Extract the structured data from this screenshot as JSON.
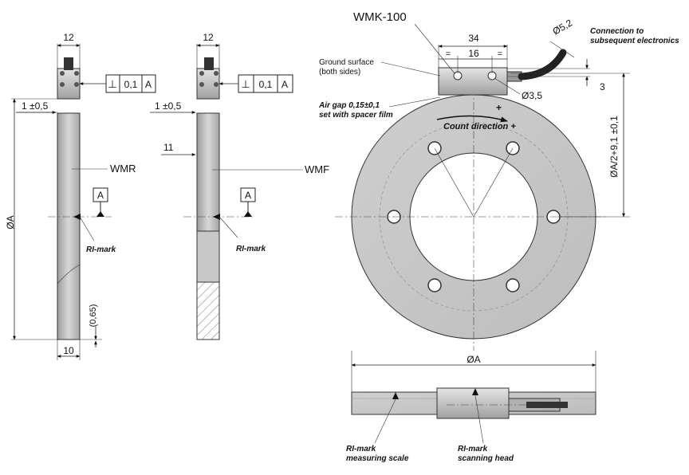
{
  "labels": {
    "wmk": "WMK-100",
    "wmr": "WMR",
    "wmf": "WMF",
    "ground_surface_1": "Ground surface",
    "ground_surface_2": "(both sides)",
    "air_gap_1": "Air gap 0,15±0,1",
    "air_gap_2": "set with spacer film",
    "count_direction": "Count direction +",
    "plus_sign": "+",
    "connection_1": "Connection to",
    "connection_2": "subsequent electronics",
    "ri_mark": "RI-mark",
    "ri_mark_scale_1": "RI-mark",
    "ri_mark_scale_2": "measuring scale",
    "ri_mark_head_1": "RI-mark",
    "ri_mark_head_2": "scanning head"
  },
  "dimensions": {
    "width_12": "12",
    "width_10": "10",
    "tolerance_1": "1 ±0,5",
    "dim_11": "11",
    "dia_a": "ØA",
    "dim_065": "(0,65)",
    "dim_34": "34",
    "dim_16": "16",
    "equal": "=",
    "dim_3": "3",
    "dia_35": "Ø3,5",
    "dia_52": "Ø5,2",
    "half_dia": "ØA/2+9,1 ±0,1"
  },
  "tolerance_frame": {
    "symbol": "⊥",
    "value": "0,1",
    "datum": "A"
  },
  "datum_label": "A"
}
